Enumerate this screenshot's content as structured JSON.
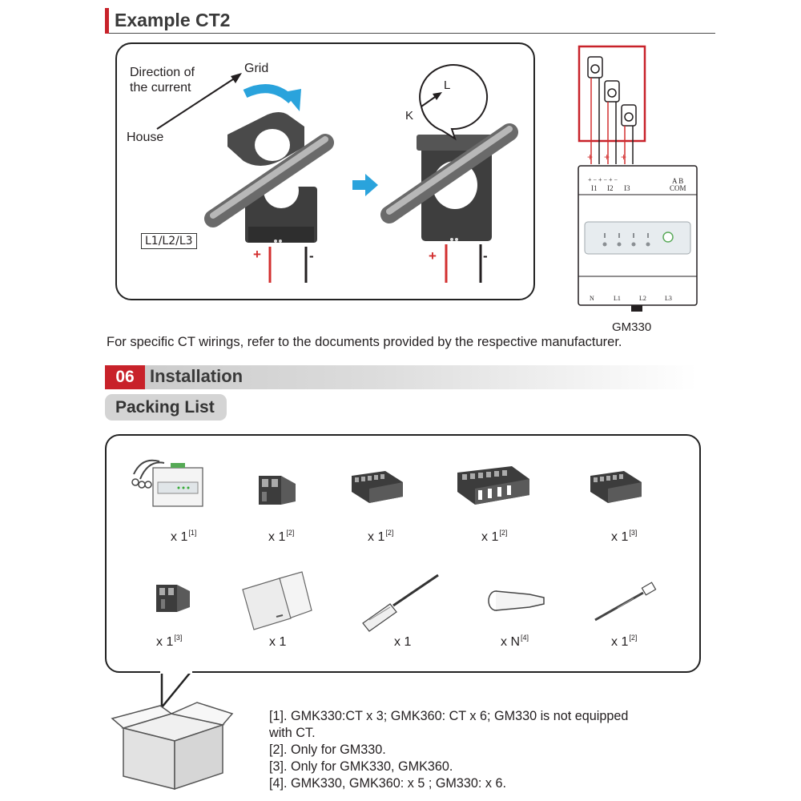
{
  "section_ct2": {
    "title": "Example CT2"
  },
  "ct_diagram": {
    "direction_label_line1": "Direction of",
    "direction_label_line2": "the current",
    "grid_label": "Grid",
    "house_label": "House",
    "phase_label": "L1/L2/L3",
    "k_label": "K",
    "l_label": "L",
    "plus_sign": "+",
    "minus_sign": "-"
  },
  "meter": {
    "model": "GM330",
    "terminals_top": [
      "I1",
      "I2",
      "I3",
      "COM"
    ],
    "ab_label": "A B",
    "terminals_bottom": [
      "N",
      "L1",
      "L2",
      "L3"
    ]
  },
  "note": "For specific CT wirings, refer to the documents provided by the respective manufacturer.",
  "installation": {
    "number": "06",
    "title": "Installation"
  },
  "packing_list": {
    "title": "Packing List",
    "items": [
      {
        "qty": "x 1",
        "ref": "[1]"
      },
      {
        "qty": "x 1",
        "ref": "[2]"
      },
      {
        "qty": "x 1",
        "ref": "[2]"
      },
      {
        "qty": "x 1",
        "ref": "[2]"
      },
      {
        "qty": "x 1",
        "ref": "[3]"
      },
      {
        "qty": "x 1",
        "ref": "[3]"
      },
      {
        "qty": "x 1",
        "ref": ""
      },
      {
        "qty": "x 1",
        "ref": ""
      },
      {
        "qty": "x N",
        "ref": "[4]"
      },
      {
        "qty": "x 1",
        "ref": "[2]"
      }
    ]
  },
  "footnotes": [
    "[1]. GMK330:CT x 3; GMK360: CT x 6; GM330 is not equipped\nwith CT.",
    "[2]. Only for GM330.",
    "[3]. Only for GMK330, GMK360.",
    "[4]. GMK330, GMK360: x 5 ; GM330: x 6."
  ],
  "colors": {
    "accent": "#c8222a",
    "arrow_blue": "#2aa3dc",
    "dark": "#231f20"
  }
}
